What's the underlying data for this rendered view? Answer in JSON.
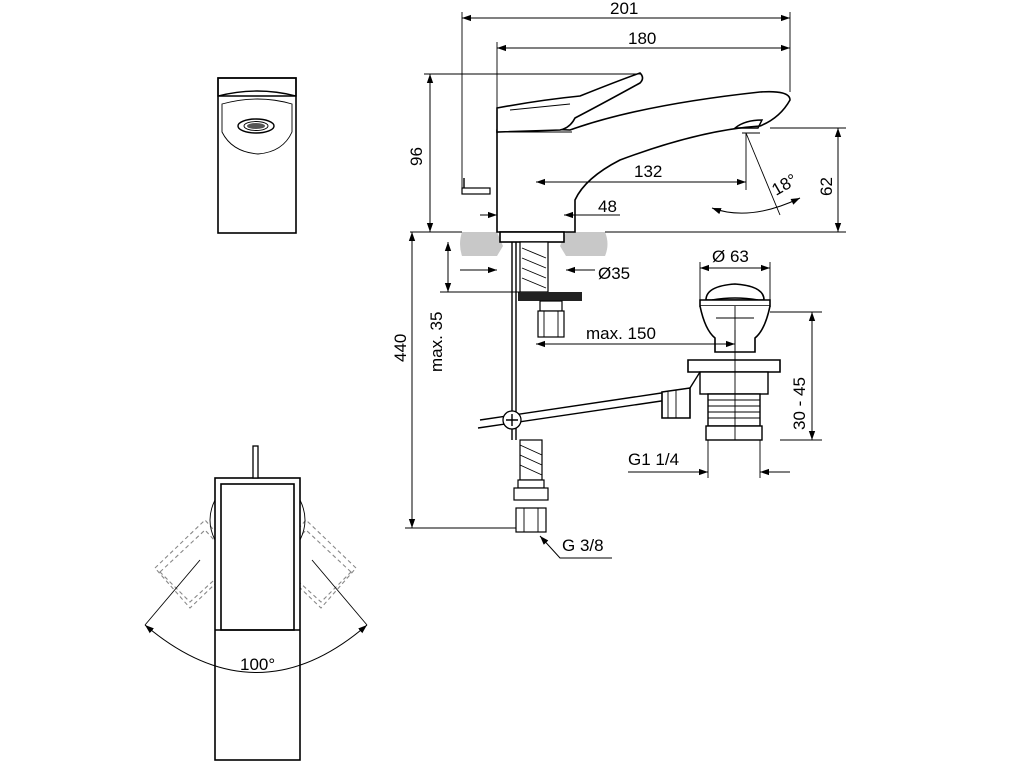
{
  "dimensions": {
    "overall_length": "201",
    "spout_length": "180",
    "height": "96",
    "spout_reach": "132",
    "spout_height": "62",
    "spout_angle": "18°",
    "body_offset": "48",
    "hole_diameter": "Ø35",
    "max_thickness": "max. 35",
    "supply_length": "440",
    "waste_diameter": "Ø 63",
    "max_distance": "max. 150",
    "waste_height": "30 - 45",
    "waste_thread": "G1 1/4",
    "supply_thread": "G 3/8",
    "lever_rotation": "100°"
  }
}
